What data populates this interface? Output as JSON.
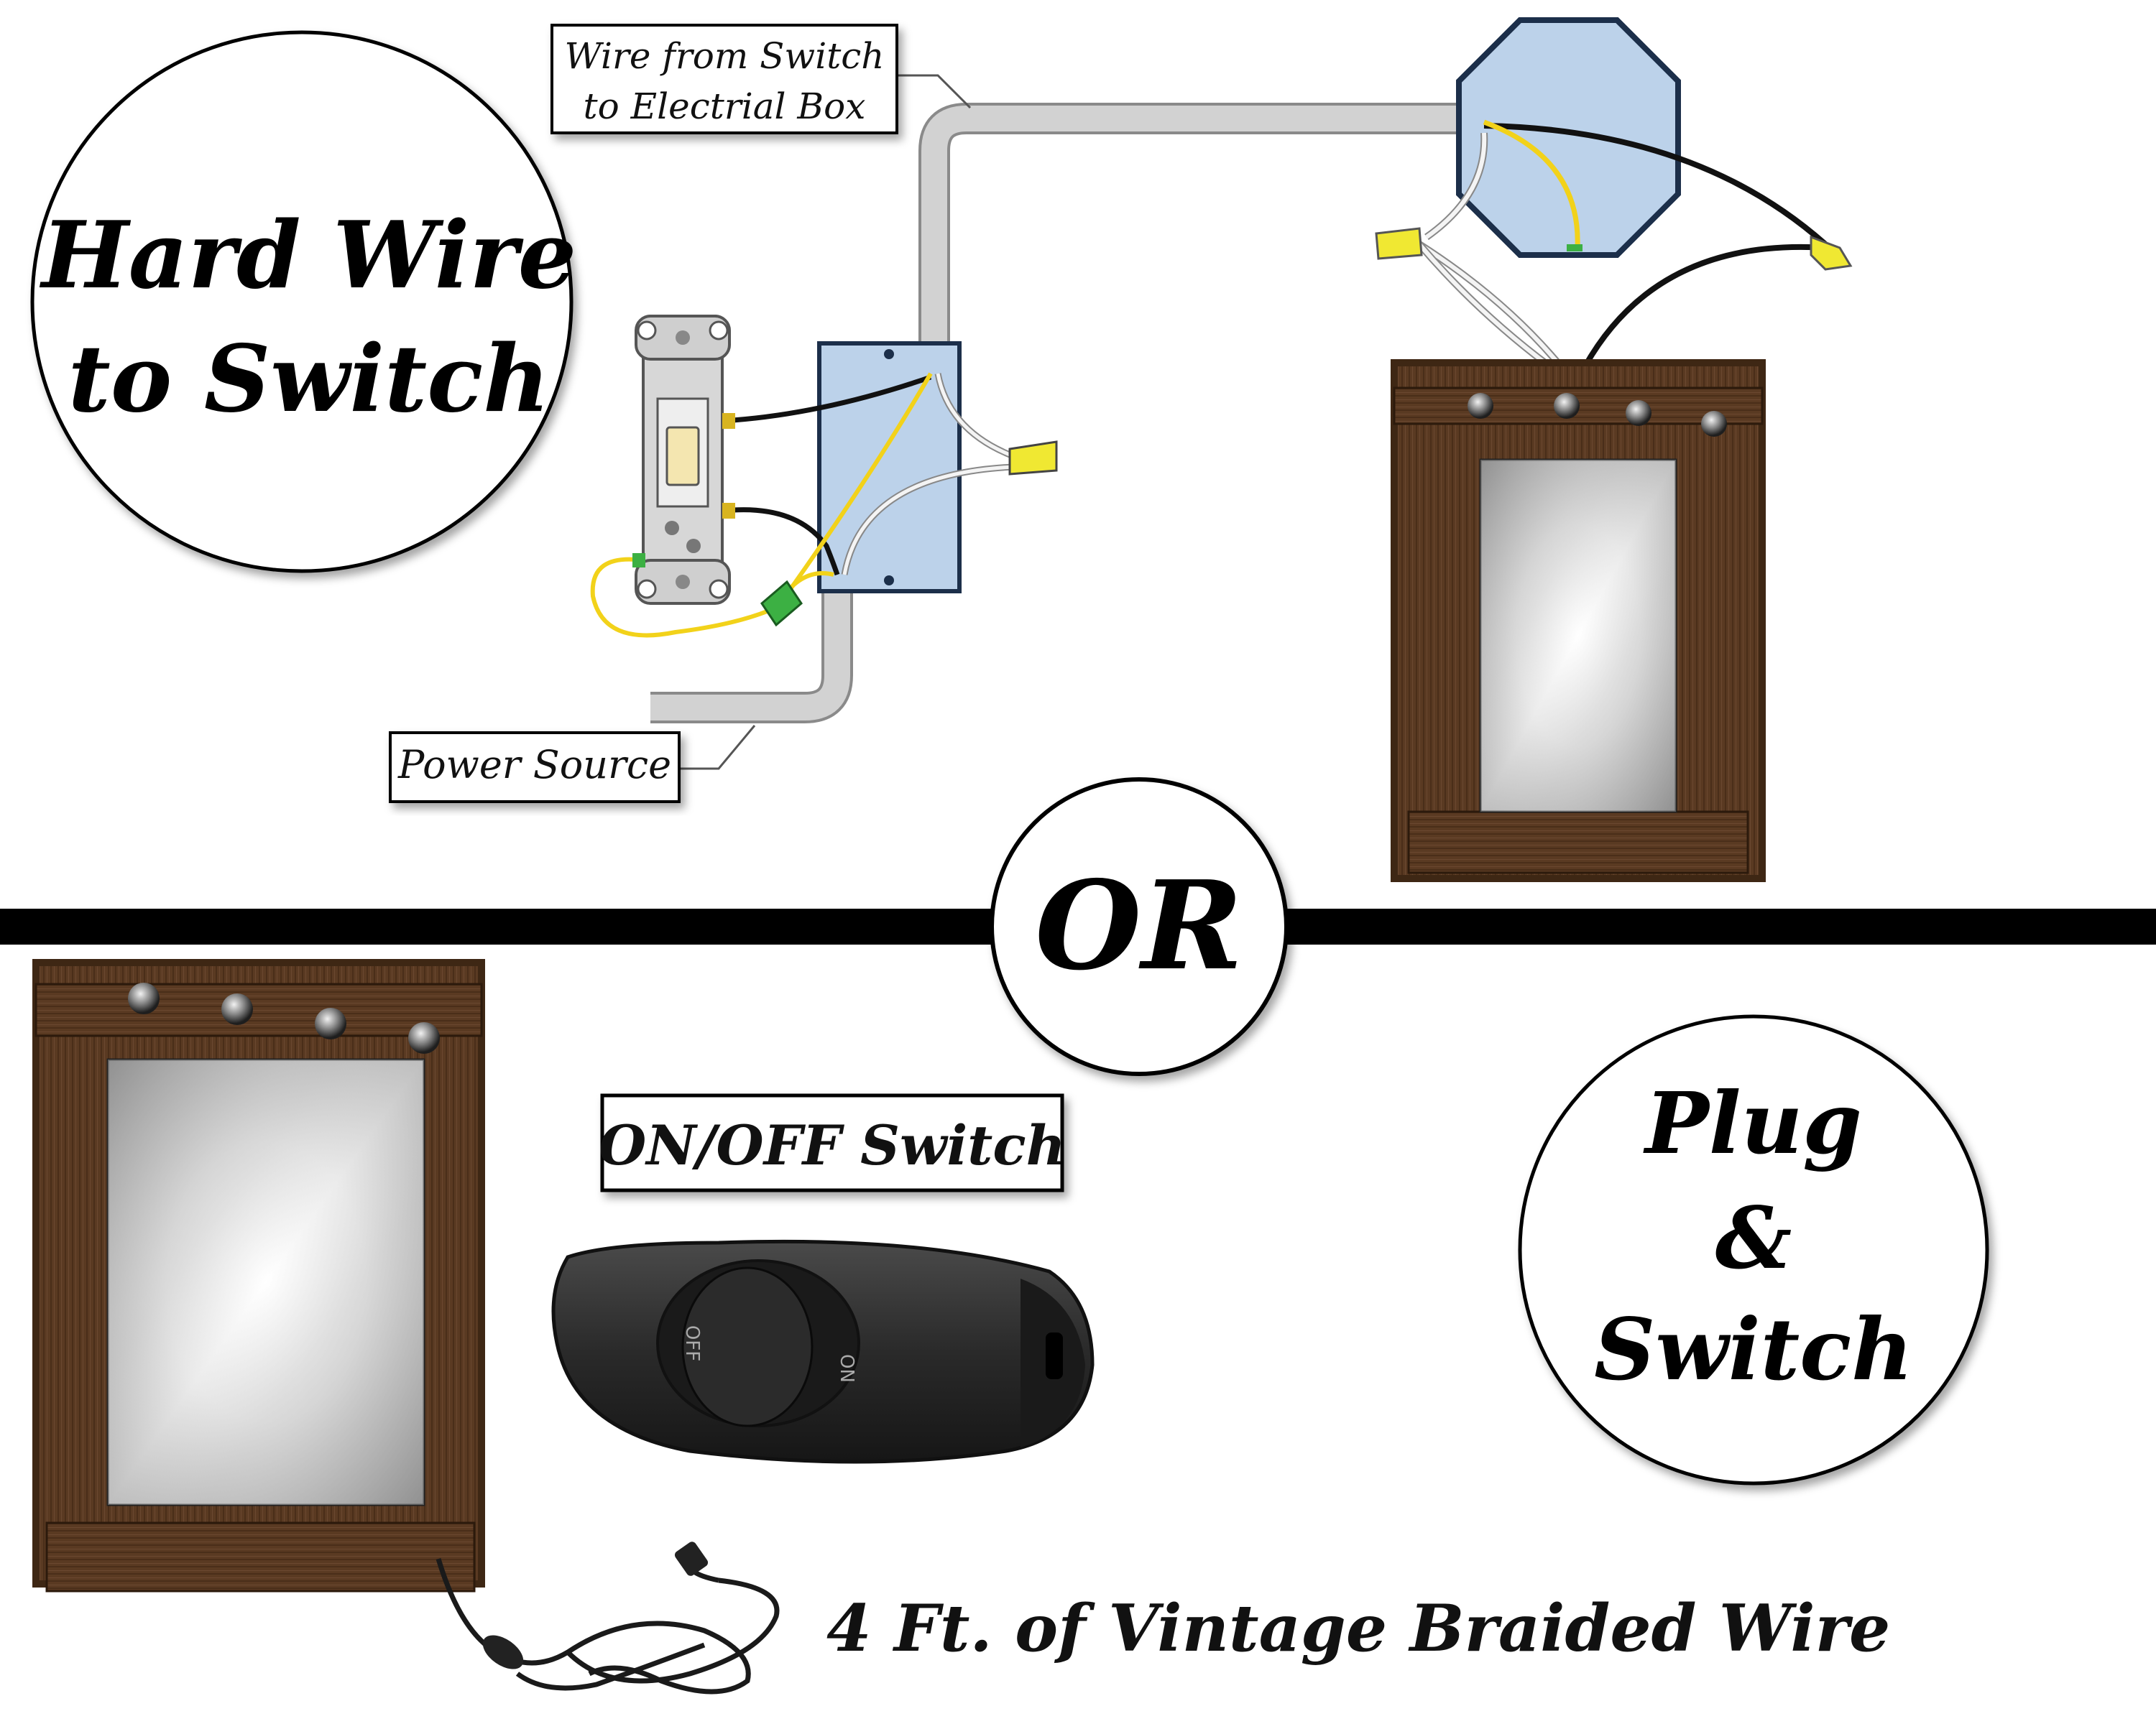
{
  "top_section": {
    "title_line1": "Hard Wire",
    "title_line2": "to Switch",
    "callout_wire_line1": "Wire from Switch",
    "callout_wire_line2": "to Electrial Box",
    "callout_power": "Power Source"
  },
  "divider": {
    "or_text": "OR"
  },
  "bottom_section": {
    "title_line1": "Plug",
    "title_line2": "&",
    "title_line3": "Switch",
    "switch_label": "ON/OFF Switch",
    "switch_off_marking": "OFF",
    "switch_on_marking": "ON",
    "wire_caption": "4 Ft. of Vintage Braided Wire"
  },
  "colors": {
    "wood": "#5a3a22",
    "wood_dark": "#3e2714",
    "conduit": "#c9c9c9",
    "box_blue": "#bcd2ea",
    "box_outline": "#1c2f4a",
    "wire_black": "#111111",
    "wire_yellow": "#f2d21a",
    "wire_white": "#f4f4f4",
    "nut_yellow": "#f0e832",
    "nut_green": "#3cb043",
    "switch_body": "#2e2e2e"
  }
}
